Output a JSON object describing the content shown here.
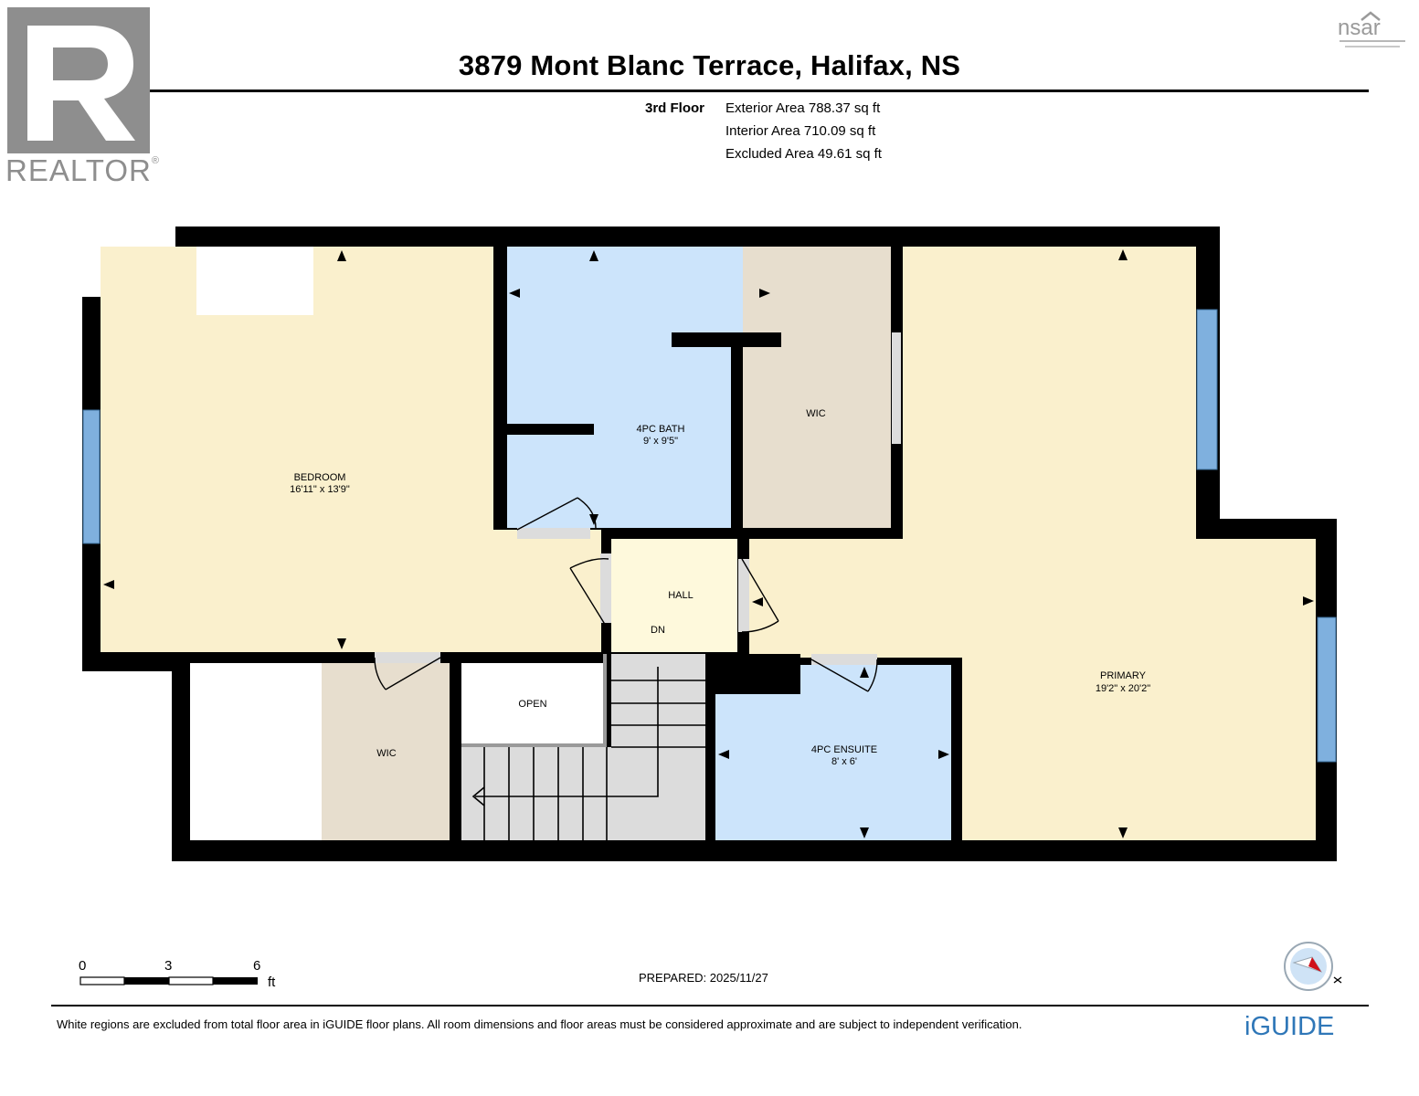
{
  "header": {
    "title": "3879 Mont Blanc Terrace, Halifax, NS",
    "floor": "3rd Floor",
    "exterior_area": "Exterior Area 788.37 sq ft",
    "interior_area": "Interior Area 710.09 sq ft",
    "excluded_area": "Excluded Area 49.61 sq ft"
  },
  "logos": {
    "realtor_text": "REALTOR",
    "realtor_mark": "®",
    "nsar_text": "nsar",
    "iguide_text": "iGUIDE"
  },
  "rooms": {
    "bedroom": {
      "name": "BEDROOM",
      "dims": "16'11\" x 13'9\""
    },
    "bath": {
      "name": "4PC BATH",
      "dims": "9' x 9'5\""
    },
    "wic_upper": {
      "name": "WIC"
    },
    "primary": {
      "name": "PRIMARY",
      "dims": "19'2\" x 20'2\""
    },
    "hall": {
      "name": "HALL"
    },
    "stairs": {
      "name": "DN"
    },
    "open": {
      "name": "OPEN"
    },
    "wic_lower": {
      "name": "WIC"
    },
    "ensuite": {
      "name": "4PC ENSUITE",
      "dims": "8' x 6'"
    }
  },
  "scale": {
    "zero": "0",
    "three": "3",
    "six": "6",
    "unit": "ft"
  },
  "footer": {
    "prepared": "PREPARED: 2025/11/27",
    "disclaimer": "White regions are excluded from total floor area in iGUIDE floor plans. All room dimensions and floor areas must be considered approximate and are subject to independent verification."
  },
  "colors": {
    "bedroom": "#faf0cd",
    "bath": "#cce4fb",
    "wic": "#e7dece",
    "hall": "#fef9dc",
    "stairs": "#dcdcdc",
    "window": "#7fb0de",
    "wall": "#000000",
    "compass_needle": "#d0101a"
  },
  "icons": {
    "realtor": "realtor-r-logo",
    "nsar": "nsar-roof-logo",
    "compass": "north-compass-icon",
    "iguide": "iguide-logo"
  }
}
